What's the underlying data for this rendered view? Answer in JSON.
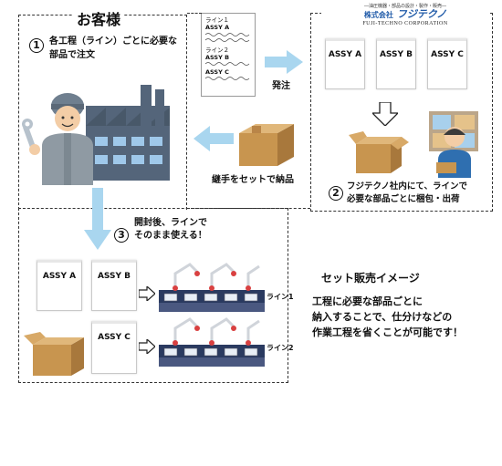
{
  "customer": {
    "title": "お客様",
    "step1_num": "1",
    "step1_text_line1": "各工程（ライン）ごとに必要な",
    "step1_text_line2": "部品で注文",
    "step3_num": "3",
    "step3_text_line1": "開封後、ラインで",
    "step3_text_line2": "そのまま使える！"
  },
  "order_doc": {
    "line1_title": "ライン１",
    "line1_item": "ASSY A",
    "line2_title": "ライン２",
    "line2_item1": "ASSY B",
    "line2_item2": "ASSY C"
  },
  "flow": {
    "order_label": "発注",
    "delivery_label": "継手をセットで納品"
  },
  "company": {
    "tagline": "―油圧機器・部品の設計・製作・販売―",
    "name_prefix": "株式会社",
    "name_main": "フジテクノ",
    "name_en": "FUJI-TECHNO CORPORATION",
    "bags": [
      "ASSY A",
      "ASSY B",
      "ASSY C"
    ],
    "step2_num": "2",
    "step2_text_line1": "フジテクノ社内にて、ラインで",
    "step2_text_line2": "必要な部品ごとに梱包・出荷"
  },
  "customer_bottom": {
    "bag_a": "ASSY A",
    "bag_b": "ASSY B",
    "bag_c": "ASSY C",
    "line1_label": "ライン1",
    "line2_label": "ライン2"
  },
  "summary": {
    "title": "セット販売イメージ",
    "line1": "工程に必要な部品ごとに",
    "line2": "納入することで、仕分けなどの",
    "line3": "作業工程を省くことが可能です！"
  },
  "colors": {
    "arrow_blue": "#a9d6ef",
    "box_brown": "#c8954f",
    "brand_blue": "#1f5aa8"
  }
}
